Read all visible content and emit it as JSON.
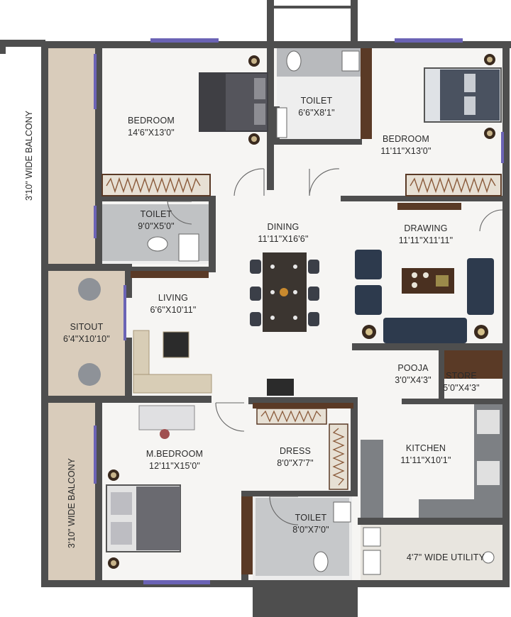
{
  "plan": {
    "rooms": [
      {
        "id": "bedroom-1",
        "name": "BEDROOM",
        "dims": "14'6\"X13'0\""
      },
      {
        "id": "toilet-1",
        "name": "TOILET",
        "dims": "6'6\"X8'1\""
      },
      {
        "id": "bedroom-2",
        "name": "BEDROOM",
        "dims": "11'11\"X13'0\""
      },
      {
        "id": "toilet-2",
        "name": "TOILET",
        "dims": "9'0\"X5'0\""
      },
      {
        "id": "dining",
        "name": "DINING",
        "dims": "11'11\"X16'6\""
      },
      {
        "id": "drawing",
        "name": "DRAWING",
        "dims": "11'11\"X11'11\""
      },
      {
        "id": "living",
        "name": "LIVING",
        "dims": "6'6\"X10'11\""
      },
      {
        "id": "sitout",
        "name": "SITOUT",
        "dims": "6'4\"X10'10\""
      },
      {
        "id": "pooja",
        "name": "POOJA",
        "dims": "3'0\"X4'3\""
      },
      {
        "id": "store",
        "name": "STORE",
        "dims": "5'0\"X4'3\""
      },
      {
        "id": "m-bedroom",
        "name": "M.BEDROOM",
        "dims": "12'11\"X15'0\""
      },
      {
        "id": "dress",
        "name": "DRESS",
        "dims": "8'0\"X7'7\""
      },
      {
        "id": "kitchen",
        "name": "KITCHEN",
        "dims": "11'11\"X10'1\""
      },
      {
        "id": "toilet-3",
        "name": "TOILET",
        "dims": "8'0\"X7'0\""
      }
    ],
    "balconies": [
      {
        "id": "balcony-top",
        "label": "3'10\" WIDE BALCONY"
      },
      {
        "id": "balcony-bottom",
        "label": "3'10\" WIDE BALCONY"
      }
    ],
    "utility": {
      "label": "4'7\" WIDE UTILITY"
    },
    "colors": {
      "wall": "#4e4e4e",
      "floor": "#f6f5f3",
      "balcony": "#d9ccbb",
      "wet": "#8f9397",
      "wood": "#5a3a26",
      "window": "#6b63b5",
      "sofa": "#2d3a4d"
    }
  }
}
